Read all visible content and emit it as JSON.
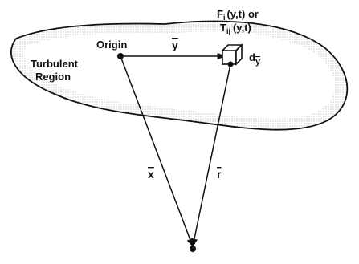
{
  "labels": {
    "region": [
      "Turbulent",
      "Region"
    ],
    "origin": "Origin",
    "vec_y": "y",
    "vec_x": "x",
    "vec_r": "r",
    "dy": "d",
    "dy_sub": "y",
    "force_line1": "F",
    "force_line1_sub": "i",
    "force_line1_args": "(y,t) or",
    "tensor_line2": "T",
    "tensor_line2_sub": "ij",
    "tensor_line2_args": "(y,t)"
  },
  "colors": {
    "ink": "#111111",
    "stipple": "#8a8a8a",
    "background": "#ffffff"
  }
}
